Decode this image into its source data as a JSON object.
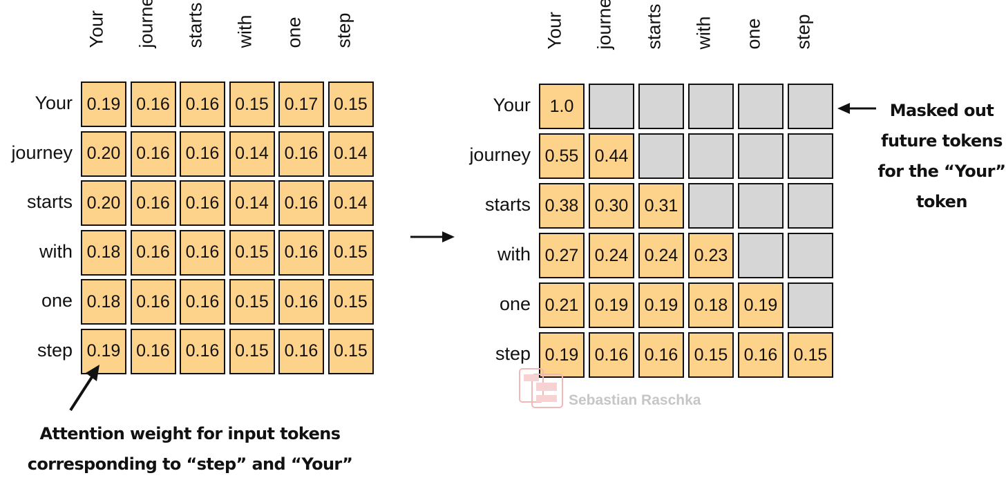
{
  "left_matrix": {
    "columns": [
      "Your",
      "journey",
      "starts",
      "with",
      "one",
      "step"
    ],
    "rows": [
      "Your",
      "journey",
      "starts",
      "with",
      "one",
      "step"
    ],
    "values": [
      [
        "0.19",
        "0.16",
        "0.16",
        "0.15",
        "0.17",
        "0.15"
      ],
      [
        "0.20",
        "0.16",
        "0.16",
        "0.14",
        "0.16",
        "0.14"
      ],
      [
        "0.20",
        "0.16",
        "0.16",
        "0.14",
        "0.16",
        "0.14"
      ],
      [
        "0.18",
        "0.16",
        "0.16",
        "0.15",
        "0.16",
        "0.15"
      ],
      [
        "0.18",
        "0.16",
        "0.16",
        "0.15",
        "0.16",
        "0.15"
      ],
      [
        "0.19",
        "0.16",
        "0.16",
        "0.15",
        "0.16",
        "0.15"
      ]
    ]
  },
  "right_matrix": {
    "columns": [
      "Your",
      "journey",
      "starts",
      "with",
      "one",
      "step"
    ],
    "rows": [
      "Your",
      "journey",
      "starts",
      "with",
      "one",
      "step"
    ],
    "values": [
      [
        "1.0",
        null,
        null,
        null,
        null,
        null
      ],
      [
        "0.55",
        "0.44",
        null,
        null,
        null,
        null
      ],
      [
        "0.38",
        "0.30",
        "0.31",
        null,
        null,
        null
      ],
      [
        "0.27",
        "0.24",
        "0.24",
        "0.23",
        null,
        null
      ],
      [
        "0.21",
        "0.19",
        "0.19",
        "0.18",
        "0.19",
        null
      ],
      [
        "0.19",
        "0.16",
        "0.16",
        "0.15",
        "0.16",
        "0.15"
      ]
    ]
  },
  "callouts": {
    "masked": [
      "Masked out",
      "future tokens",
      "for the “Your”",
      "token"
    ],
    "step": [
      "Attention weight for input tokens",
      "corresponding to “step” and “Your”"
    ]
  },
  "watermark": "Sebastian Raschka",
  "colors": {
    "cell_fill": "#fdd28a",
    "masked_fill": "#d6d6d6",
    "border": "#111111"
  }
}
